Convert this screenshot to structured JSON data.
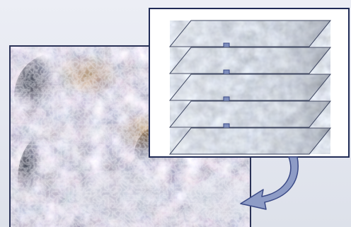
{
  "figure": {
    "main_photo_icon": "rock-texture-image",
    "inset_icon": "layered-slices-stack",
    "layer_count": 5,
    "connector_arrow_count": 4,
    "colors": {
      "frame": "#1f2a55",
      "arrow_fill": "#7f8fbe",
      "arrow_stroke": "#3b4a86",
      "background": "#e4e7f0"
    }
  }
}
